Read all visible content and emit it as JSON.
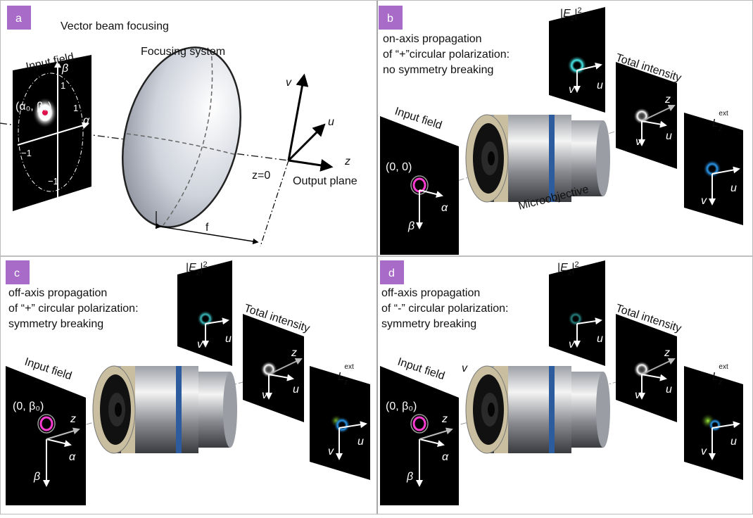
{
  "panels": [
    {
      "letter": "a",
      "title": "Vector beam focusing",
      "input_field": "Input field",
      "focusing_system": "Focusing system",
      "alpha0beta0": "(α₀, β₀)",
      "tick_pos": "1",
      "tick_neg": "−1",
      "z0": "z=0",
      "output_plane": "Output plane",
      "f": "f",
      "axes": {
        "alpha": "α",
        "beta": "β",
        "u": "u",
        "v": "v",
        "z": "z"
      }
    },
    {
      "letter": "b",
      "lines": [
        "on-axis propagation",
        "of “+”circular polarization:",
        "no symmetry breaking"
      ],
      "input_field": "Input field",
      "origin": "(0, 0)",
      "microobjective": "Microobjective",
      "ez": "|E_z|²",
      "total_intensity": "Total intensity",
      "lz": "L_z^ext"
    },
    {
      "letter": "c",
      "lines": [
        "off-axis propagation",
        "of “+” circular polarization:",
        "symmetry breaking"
      ],
      "input_field": "Input field",
      "origin": "(0, β₀)",
      "ez": "|E_z|²",
      "total_intensity": "Total intensity",
      "lz": "L_z^ext"
    },
    {
      "letter": "d",
      "lines": [
        "off-axis propagation",
        "of “-” circular polarization:",
        "symmetry breaking"
      ],
      "input_field": "Input field",
      "origin": "(0, β₀)",
      "stray": "v",
      "ez": "|E_z|²",
      "total_intensity": "Total intensity",
      "lz": "L_z^ext"
    }
  ],
  "colors": {
    "badge": "#a86cc8",
    "ez_glow": "#39e0e6",
    "lz_glow": "#2a8fe0",
    "lz_green": "#7ed321",
    "ring": "#ff3cd2",
    "band": "#2d5c9e"
  }
}
